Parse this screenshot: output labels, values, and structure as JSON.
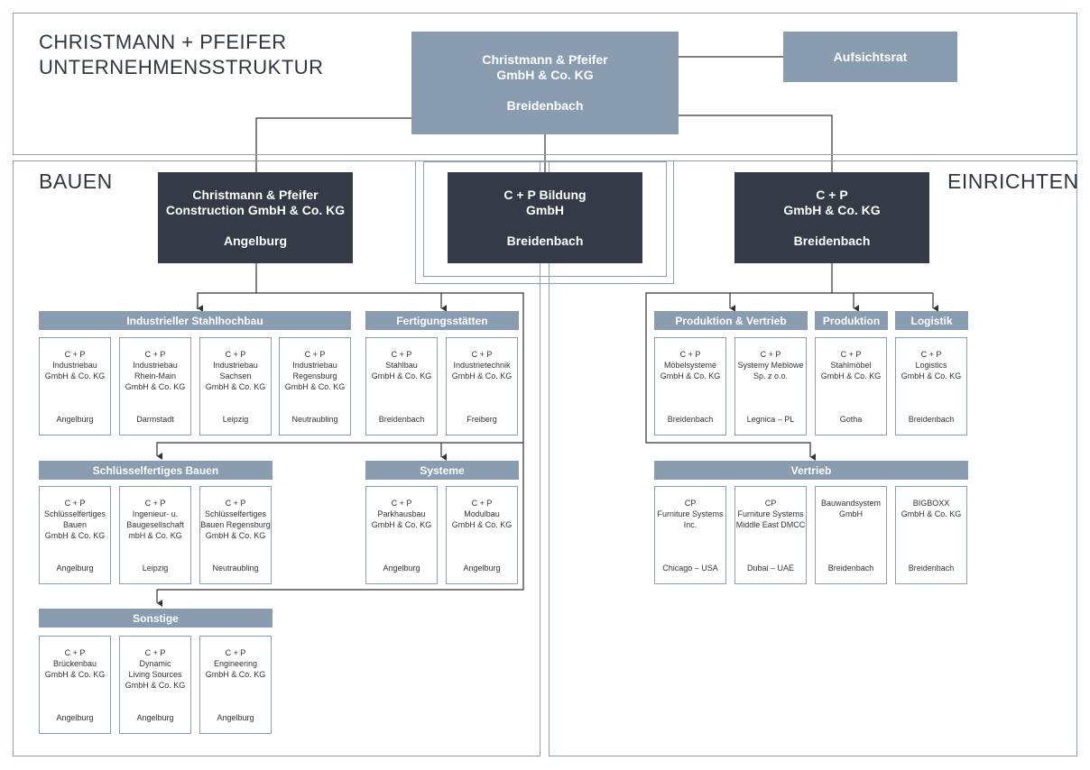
{
  "title": {
    "line1": "CHRISTMANN + PFEIFER",
    "line2": "UNTERNEHMENSSTRUKTUR"
  },
  "sections": {
    "left": "BAUEN",
    "right": "EINRICHTEN"
  },
  "holding": {
    "line1": "Christmann & Pfeifer",
    "line2": "GmbH & Co. KG",
    "city": "Breidenbach"
  },
  "supervisory": "Aufsichtsrat",
  "construction": {
    "line1": "Christmann & Pfeifer",
    "line2": "Construction GmbH & Co. KG",
    "city": "Angelburg"
  },
  "education": {
    "line1": "C + P Bildung",
    "line2": "GmbH",
    "city": "Breidenbach"
  },
  "furnishing": {
    "line1": "C + P",
    "line2": "GmbH & Co. KG",
    "city": "Breidenbach"
  },
  "headers": {
    "stahlhochbau": "Industrieller Stahlhochbau",
    "fertigung": "Fertigungsstätten",
    "schluessel": "Schlüsselfertiges Bauen",
    "systeme": "Systeme",
    "sonstige": "Sonstige",
    "produktion_vertrieb": "Produktion & Vertrieb",
    "produktion": "Produktion",
    "logistik": "Logistik",
    "vertrieb": "Vertrieb"
  },
  "cards": {
    "c1": {
      "lines": [
        "C + P",
        "Industriebau",
        "GmbH & Co. KG"
      ],
      "city": "Angelburg"
    },
    "c2": {
      "lines": [
        "C + P",
        "Industriebau",
        "Rhein-Main",
        "GmbH & Co. KG"
      ],
      "city": "Darmstadt"
    },
    "c3": {
      "lines": [
        "C + P",
        "Industriebau",
        "Sachsen",
        "GmbH & Co. KG"
      ],
      "city": "Leipzig"
    },
    "c4": {
      "lines": [
        "C + P",
        "Industriebau",
        "Regensburg",
        "GmbH & Co. KG"
      ],
      "city": "Neutraubling"
    },
    "c5": {
      "lines": [
        "C + P",
        "Stahlbau",
        "GmbH & Co. KG"
      ],
      "city": "Breidenbach"
    },
    "c6": {
      "lines": [
        "C + P",
        "Industrietechnik",
        "GmbH & Co. KG"
      ],
      "city": "Freiberg"
    },
    "c7": {
      "lines": [
        "C + P",
        "Schlüsselfertiges",
        "Bauen",
        "GmbH & Co. KG"
      ],
      "city": "Angelburg"
    },
    "c8": {
      "lines": [
        "C + P",
        "Ingenieur- u.",
        "Baugesellschaft",
        "mbH & Co. KG"
      ],
      "city": "Leipzig"
    },
    "c9": {
      "lines": [
        "C + P",
        "Schlüsselfertiges",
        "Bauen Regensburg",
        "GmbH & Co. KG"
      ],
      "city": "Neutraubling"
    },
    "c10": {
      "lines": [
        "C + P",
        "Parkhausbau",
        "GmbH & Co. KG"
      ],
      "city": "Angelburg"
    },
    "c11": {
      "lines": [
        "C + P",
        "Modulbau",
        "GmbH & Co. KG"
      ],
      "city": "Angelburg"
    },
    "c12": {
      "lines": [
        "C + P",
        "Brückenbau",
        "GmbH & Co. KG"
      ],
      "city": "Angelburg"
    },
    "c13": {
      "lines": [
        "C + P",
        "Dynamic",
        "Living Sources",
        "GmbH & Co. KG"
      ],
      "city": "Angelburg"
    },
    "c14": {
      "lines": [
        "C + P",
        "Engineering",
        "GmbH & Co. KG"
      ],
      "city": "Angelburg"
    },
    "c15": {
      "lines": [
        "C + P",
        "Möbelsysteme",
        "GmbH & Co. KG"
      ],
      "city": "Breidenbach"
    },
    "c16": {
      "lines": [
        "C + P",
        "Systemy Meblowe",
        "Sp. z o.o."
      ],
      "city": "Legnica – PL"
    },
    "c17": {
      "lines": [
        "C + P",
        "Stahlmöbel",
        "GmbH & Co. KG"
      ],
      "city": "Gotha"
    },
    "c18": {
      "lines": [
        "C + P",
        "Logistics",
        "GmbH & Co. KG"
      ],
      "city": "Breidenbach"
    },
    "c19": {
      "lines": [
        "CP",
        "Furniture Systems",
        "Inc."
      ],
      "city": "Chicago – USA"
    },
    "c20": {
      "lines": [
        "CP",
        "Furniture Systems",
        "Middle East DMCC"
      ],
      "city": "Dubai – UAE"
    },
    "c21": {
      "lines": [
        "Bauwandsystem",
        "GmbH"
      ],
      "city": "Breidenbach"
    },
    "c22": {
      "lines": [
        "BIGBOXX",
        "GmbH & Co. KG"
      ],
      "city": "Breidenbach"
    }
  },
  "colors": {
    "box_blue": "#8a9db0",
    "box_dark": "#343b46",
    "frame": "#8f9fb0",
    "line": "#333333"
  }
}
